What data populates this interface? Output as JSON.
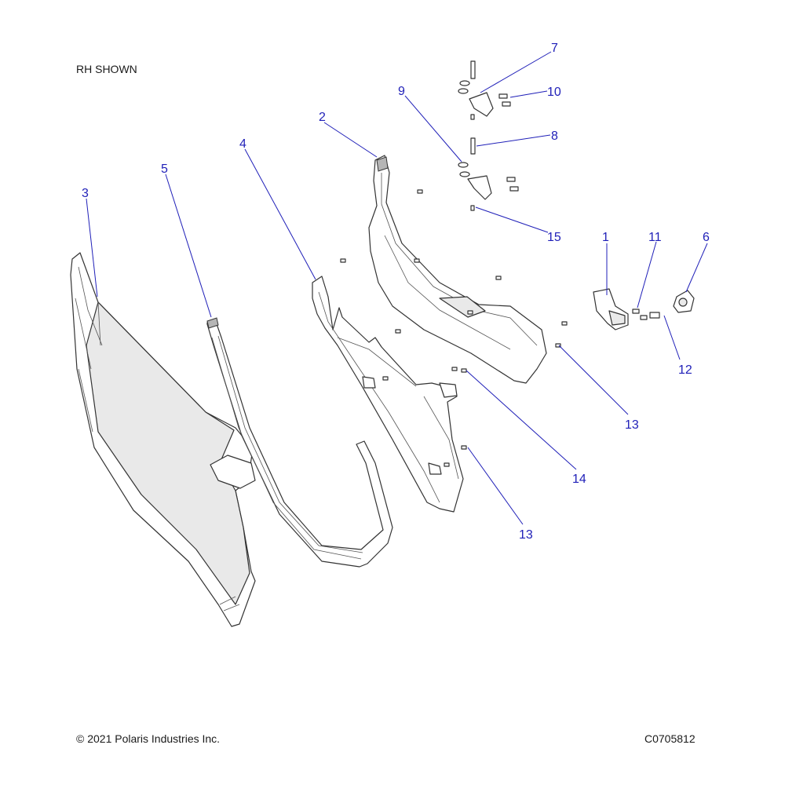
{
  "header": {
    "view_note": "RH SHOWN"
  },
  "footer": {
    "copyright": "© 2021 Polaris Industries Inc.",
    "diagram_id": "C0705812"
  },
  "callouts": [
    "1",
    "2",
    "3",
    "4",
    "5",
    "6",
    "7",
    "8",
    "9",
    "10",
    "11",
    "12",
    "13",
    "13",
    "14",
    "15"
  ],
  "colors": {
    "callout": "#1f1fb8",
    "outline": "#333333"
  }
}
